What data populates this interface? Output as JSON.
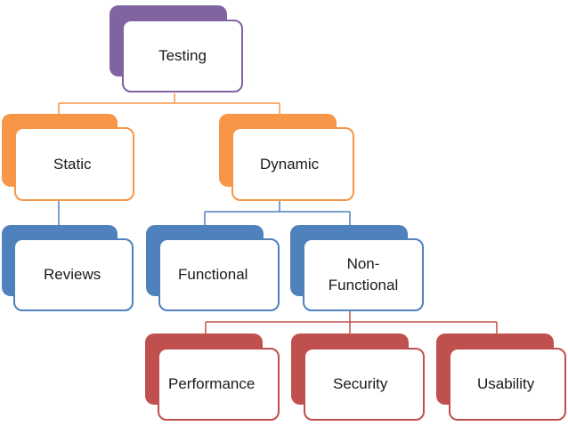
{
  "colors": {
    "testing": "#8064a2",
    "static_dynamic": "#f79646",
    "functional_group": "#4f81bd",
    "nonfunctional_children": "#c0504d"
  },
  "nodes": {
    "testing": "Testing",
    "static": "Static",
    "dynamic": "Dynamic",
    "reviews": "Reviews",
    "functional": "Functional",
    "non_functional": "Non-\nFunctional",
    "performance": "Performance",
    "security": "Security",
    "usability": "Usability"
  }
}
